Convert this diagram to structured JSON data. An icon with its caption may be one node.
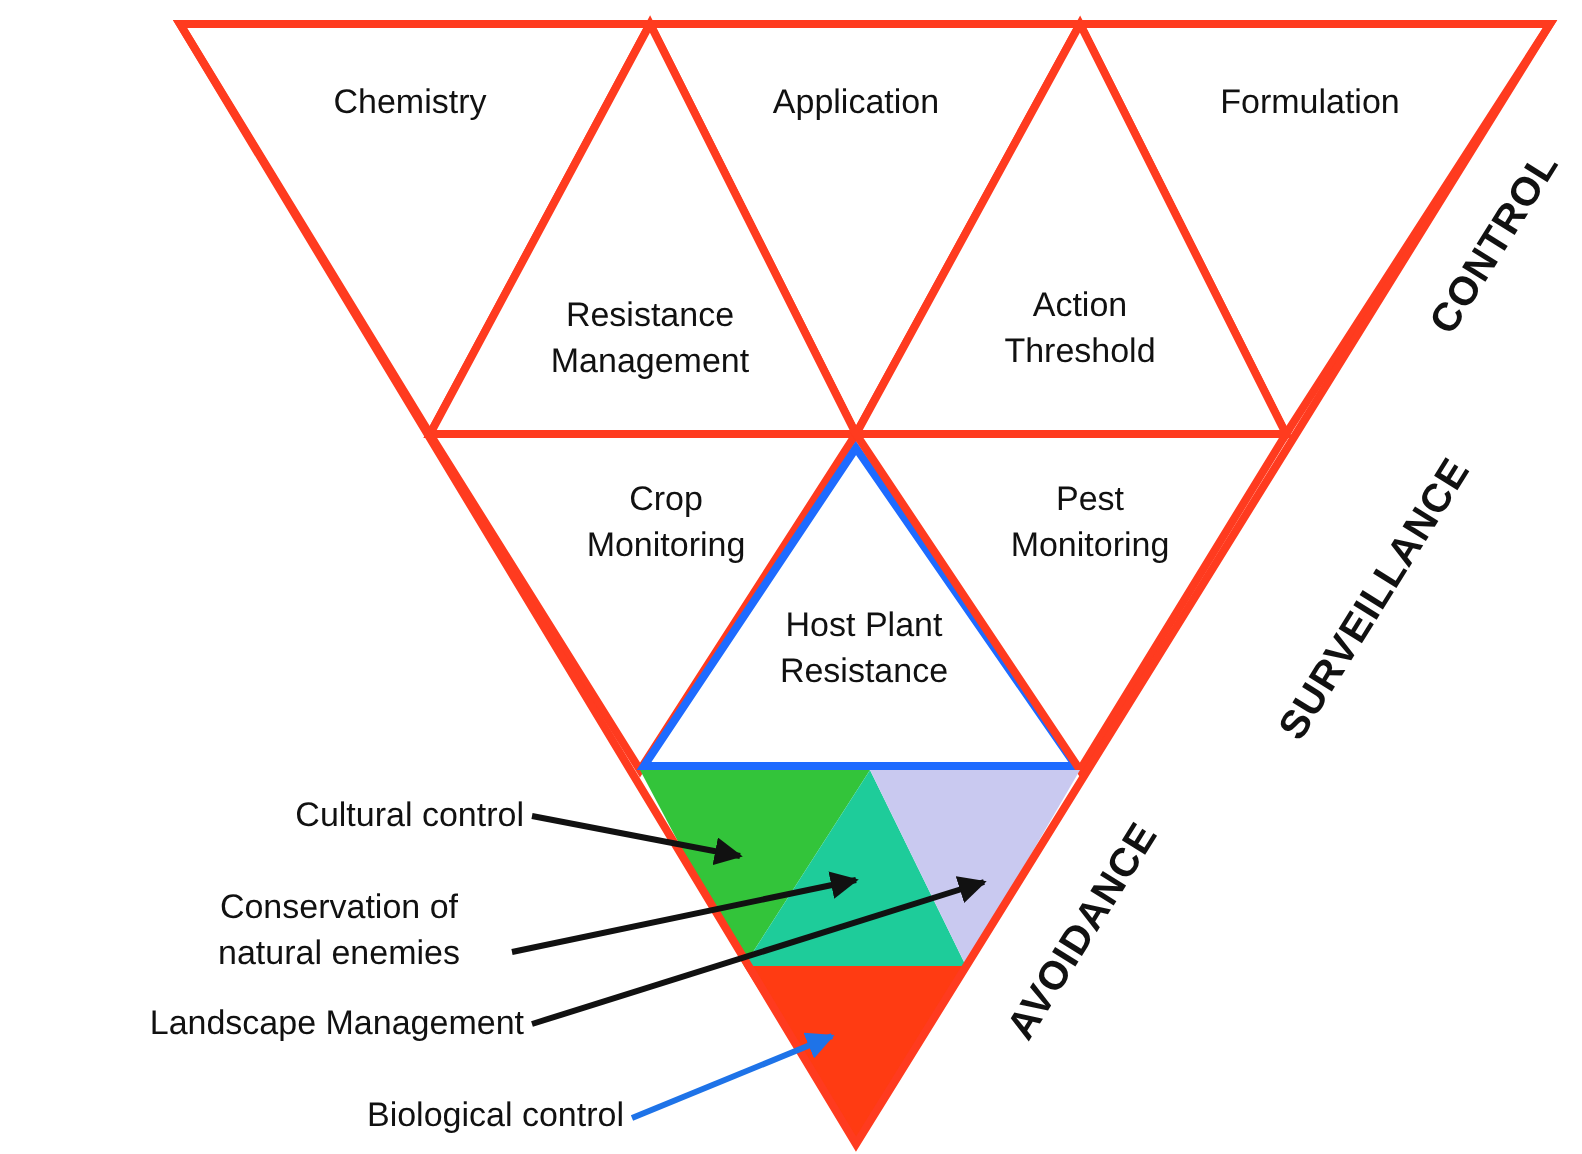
{
  "diagram": {
    "nodes": [
      {
        "text": [
          "Chemistry"
        ]
      },
      {
        "text": [
          "Application"
        ]
      },
      {
        "text": [
          "Formulation"
        ]
      },
      {
        "text": [
          "Resistance Management"
        ]
      },
      {
        "text": [
          "Action Threshold"
        ]
      },
      {
        "text": [
          "Crop Monitoring"
        ]
      },
      {
        "text": [
          "Host Plant Resistance"
        ]
      },
      {
        "text": [
          "Pest Monitoring"
        ]
      },
      {
        "text": [
          "Cultural control"
        ]
      },
      {
        "text": [
          "Conservation of natural enemies"
        ]
      },
      {
        "text": [
          "Landscape Management"
        ]
      },
      {
        "text": [
          "Biological control"
        ]
      },
      {
        "text": [],
        "shape": "triangle"
      },
      {
        "text": [],
        "shape": "triangle"
      },
      {
        "text": [],
        "shape": "triangle"
      },
      {
        "text": [],
        "shape": "triangle"
      }
    ],
    "edges": [
      {
        "from": 8,
        "to": 12,
        "arrow": "to"
      },
      {
        "from": 9,
        "to": 13,
        "arrow": "to"
      },
      {
        "from": 10,
        "to": 14,
        "arrow": "to"
      },
      {
        "from": 11,
        "to": 15,
        "arrow": "to",
        "color": "#1e73e8"
      }
    ],
    "labels": [
      "CONTROL",
      "SURVEILLANCE",
      "AVOIDANCE"
    ]
  }
}
